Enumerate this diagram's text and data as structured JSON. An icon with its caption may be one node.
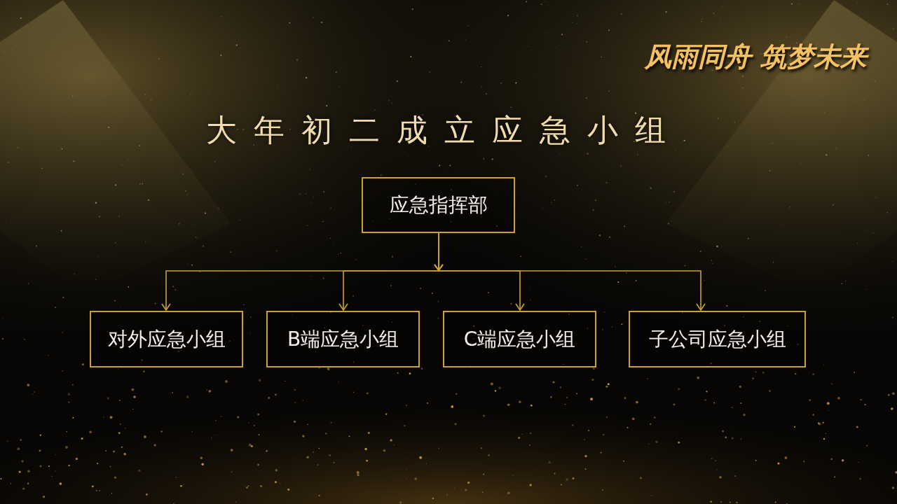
{
  "diagram": {
    "title": "大年初二成立应急小组",
    "nodes": [
      {
        "text": [
          "应急指挥部"
        ]
      },
      {
        "text": [
          "对外应急小组"
        ]
      },
      {
        "text": [
          "B端应急小组"
        ]
      },
      {
        "text": [
          "C端应急小组"
        ]
      },
      {
        "text": [
          "子公司应急小组"
        ]
      }
    ],
    "edges": [
      {
        "from": 0,
        "to": 1,
        "arrow": "to"
      },
      {
        "from": 0,
        "to": 2,
        "arrow": "to"
      },
      {
        "from": 0,
        "to": 3,
        "arrow": "to"
      },
      {
        "from": 0,
        "to": 4,
        "arrow": "to"
      }
    ],
    "labels": [
      "风雨同舟 筑梦未来"
    ]
  }
}
